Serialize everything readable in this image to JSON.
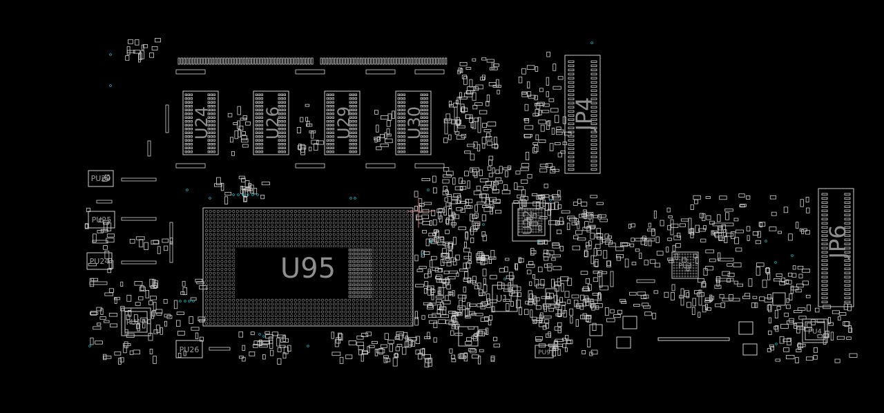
{
  "colors": {
    "background": "#000000",
    "outline": "#cfcfcf",
    "label": "#8e8e8e",
    "via": "#1fb4c4",
    "cursor": "#c77"
  },
  "components": {
    "u95": "U95",
    "u24": "U24",
    "u26": "U26",
    "u29": "U29",
    "u30": "U30",
    "jp4": "JP4",
    "jp6": "JP6",
    "u22": "U22",
    "u11": "U11",
    "pu29": "PU29",
    "pu25": "PU25",
    "pu24": "PU24",
    "pu17": "PU17",
    "pu26": "PU26",
    "pu3": "PU3",
    "pu4": "PU4",
    "pu9": "PU9"
  }
}
